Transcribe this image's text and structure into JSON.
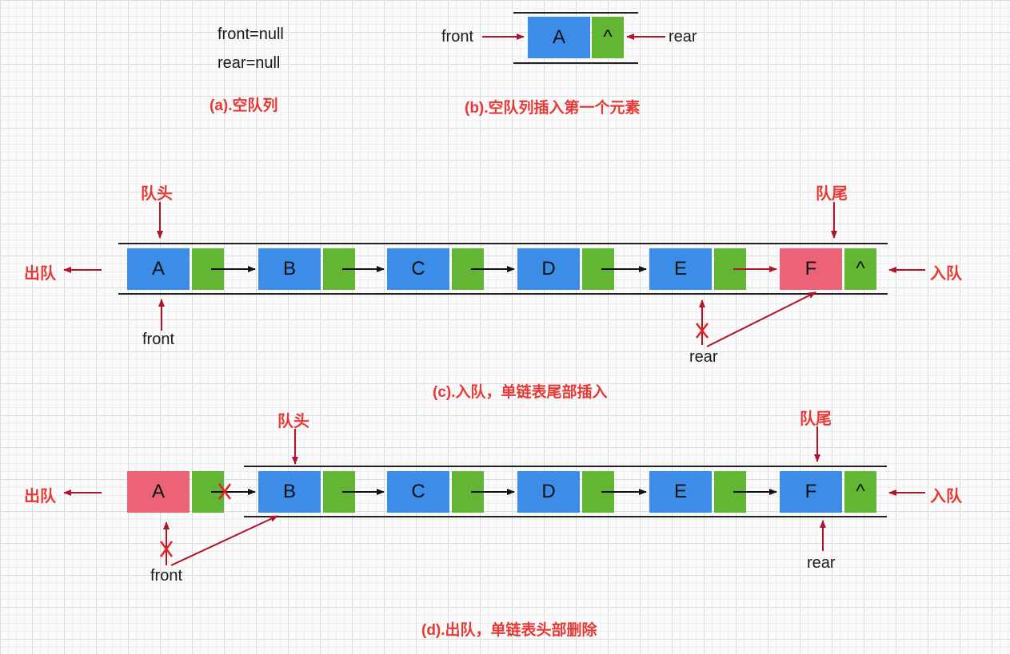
{
  "panel_a": {
    "front_null": "front=null",
    "rear_null": "rear=null",
    "caption": "(a).空队列"
  },
  "panel_b": {
    "front": "front",
    "node": "A",
    "null_ptr": "^",
    "rear": "rear",
    "caption": "(b).空队列插入第一个元素"
  },
  "panel_c": {
    "head_label": "队头",
    "tail_label": "队尾",
    "dequeue": "出队",
    "enqueue": "入队",
    "nodes": [
      "A",
      "B",
      "C",
      "D",
      "E",
      "F"
    ],
    "null_ptr": "^",
    "front": "front",
    "rear": "rear",
    "caption": "(c).入队，单链表尾部插入"
  },
  "panel_d": {
    "head_label": "队头",
    "tail_label": "队尾",
    "dequeue": "出队",
    "enqueue": "入队",
    "nodes": [
      "A",
      "B",
      "C",
      "D",
      "E",
      "F"
    ],
    "null_ptr": "^",
    "front": "front",
    "rear": "rear",
    "caption": "(d).出队，单链表头部删除"
  },
  "colors": {
    "node_blue": "#3b8de8",
    "node_pink": "#ec6277",
    "pointer_green": "#62b633",
    "arrow_red": "#b0132a",
    "caption_red": "#e53935"
  }
}
